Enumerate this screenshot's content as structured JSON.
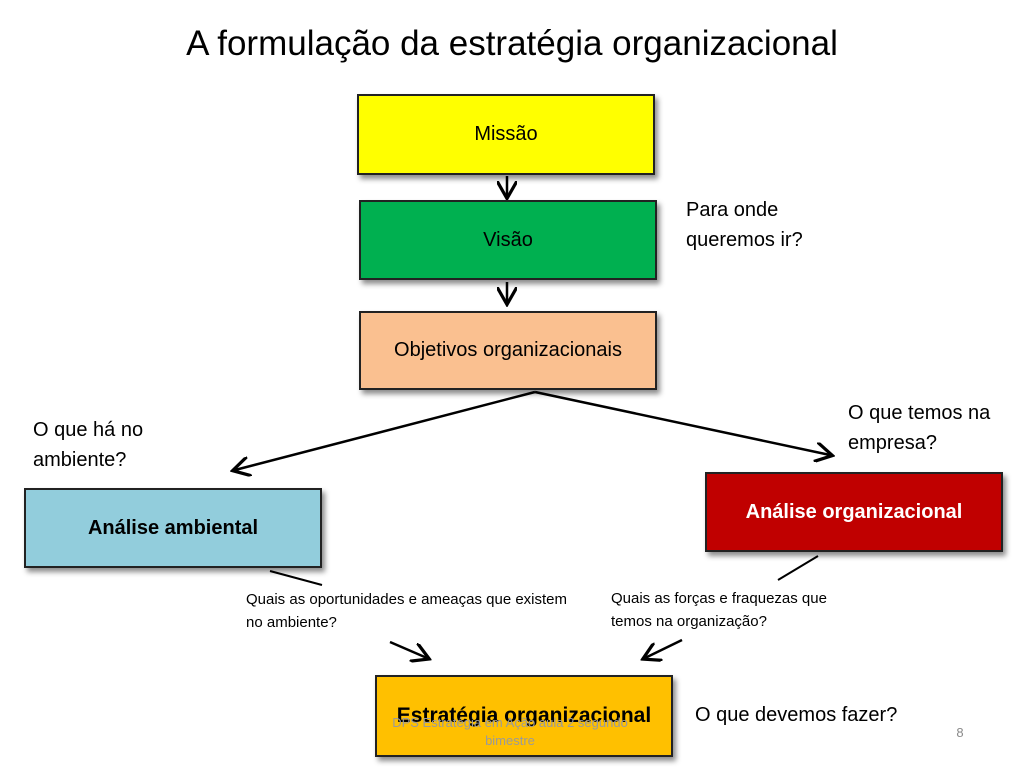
{
  "title": "A formulação da estratégia organizacional",
  "boxes": {
    "missao": {
      "label": "Missão",
      "color": "#ffff00"
    },
    "visao": {
      "label": "Visão",
      "color": "#00b050"
    },
    "objetivos": {
      "label": "Objetivos organizacionais",
      "color": "#fac090"
    },
    "ambiental": {
      "label": "Análise ambiental",
      "color": "#92cddc"
    },
    "organizacional": {
      "label": "Análise organizacional",
      "color": "#c00000"
    },
    "estrategia": {
      "label": "Estratégia organizacional",
      "color": "#ffc000"
    }
  },
  "notes": {
    "visao": "Para onde queremos ir?",
    "ambiente": "O que há no ambiente?",
    "empresa": "O que temos na empresa?",
    "oportunidades": "Quais as oportunidades e ameaças que existem no ambiente?",
    "forcas": "Quais as forças e fraquezas que temos na organização?",
    "fazer": "O que devemos fazer?"
  },
  "footer": "DPS Estratégia em Ação aula 2 segundo bimestre",
  "page_number": "8"
}
